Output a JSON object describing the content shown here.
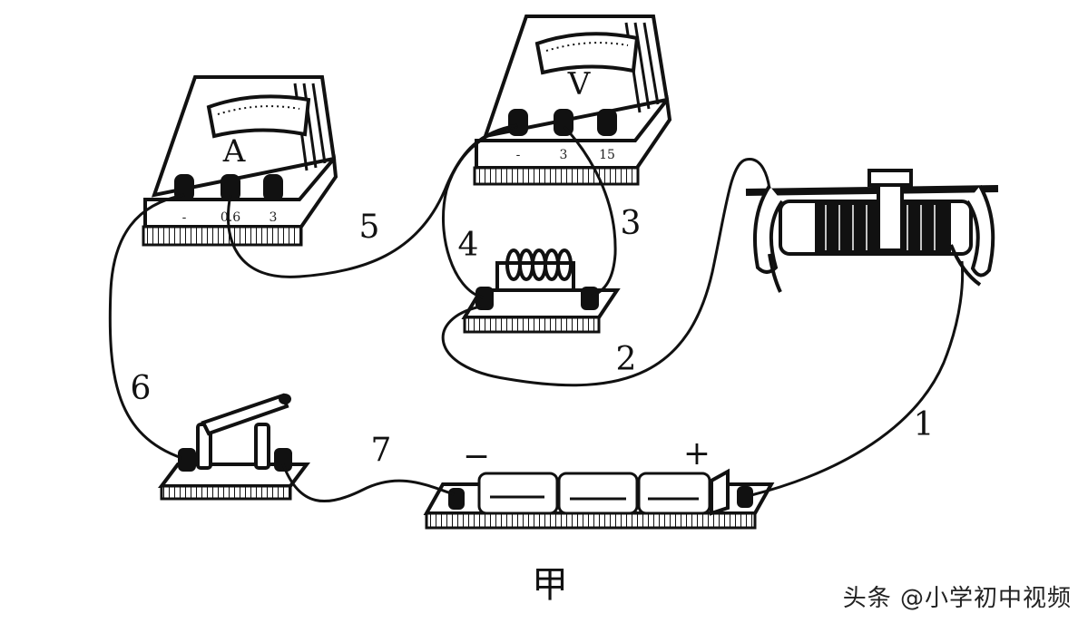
{
  "figure": {
    "caption": "甲",
    "ammeter": {
      "letter": "A",
      "terminals": [
        "-",
        "0.6",
        "3"
      ]
    },
    "voltmeter": {
      "letter": "V",
      "terminals": [
        "-",
        "3",
        "15"
      ]
    },
    "battery": {
      "minus_label": "−",
      "plus_label": "+"
    },
    "wire_labels": [
      "1",
      "2",
      "3",
      "4",
      "5",
      "6",
      "7"
    ]
  },
  "watermark": "头条 @小学初中视频"
}
